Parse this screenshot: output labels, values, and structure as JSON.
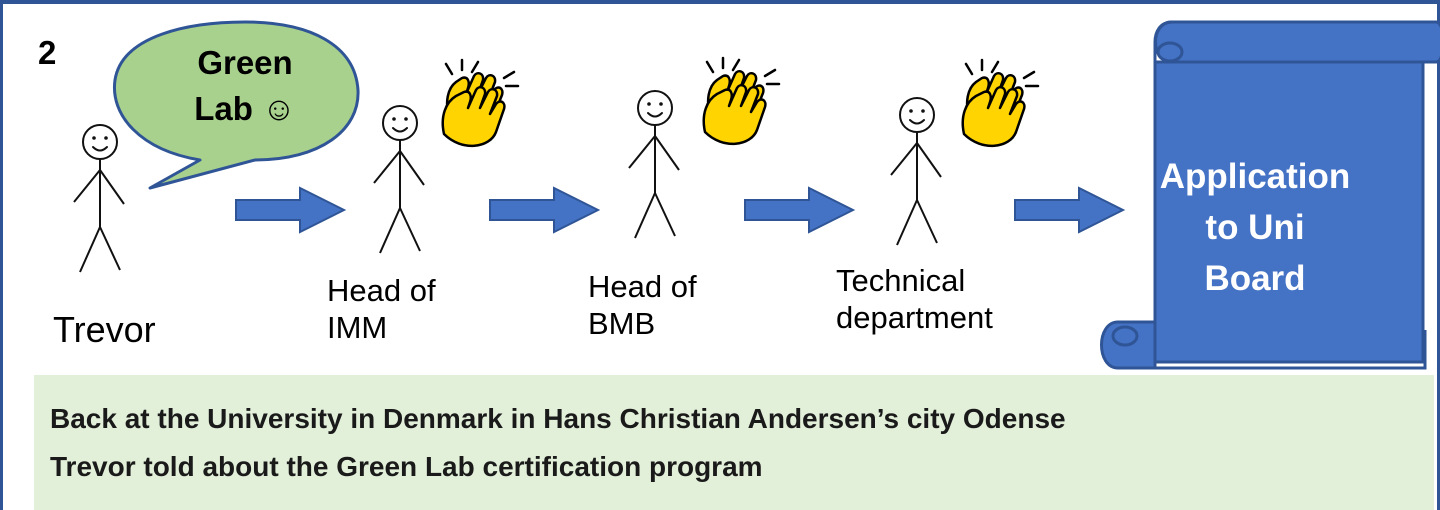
{
  "panel_number": "2",
  "speech_bubble": {
    "line1": "Green",
    "line2": "Lab ☺"
  },
  "figures": [
    {
      "label_line1": "Trevor",
      "label_line2": ""
    },
    {
      "label_line1": "Head of",
      "label_line2": "IMM"
    },
    {
      "label_line1": "Head of",
      "label_line2": "BMB"
    },
    {
      "label_line1": "Technical",
      "label_line2": "department"
    }
  ],
  "scroll": {
    "line1": "Application",
    "line2": "to Uni",
    "line3": "Board"
  },
  "caption": {
    "line1": "Back at the University in Denmark in Hans Christian Andersen’s city Odense",
    "line2": "Trevor told about the Green Lab certification program"
  },
  "icons": [
    "stick-figure-icon",
    "clapping-hands-icon",
    "right-arrow-icon",
    "scroll-icon",
    "speech-bubble-icon"
  ],
  "colors": {
    "frame": "#2f5597",
    "arrow": "#4472c4",
    "scroll": "#4472c4",
    "bubble": "#a9d18e",
    "caption_bg": "#e2efd9",
    "clap": "#ffd400"
  }
}
